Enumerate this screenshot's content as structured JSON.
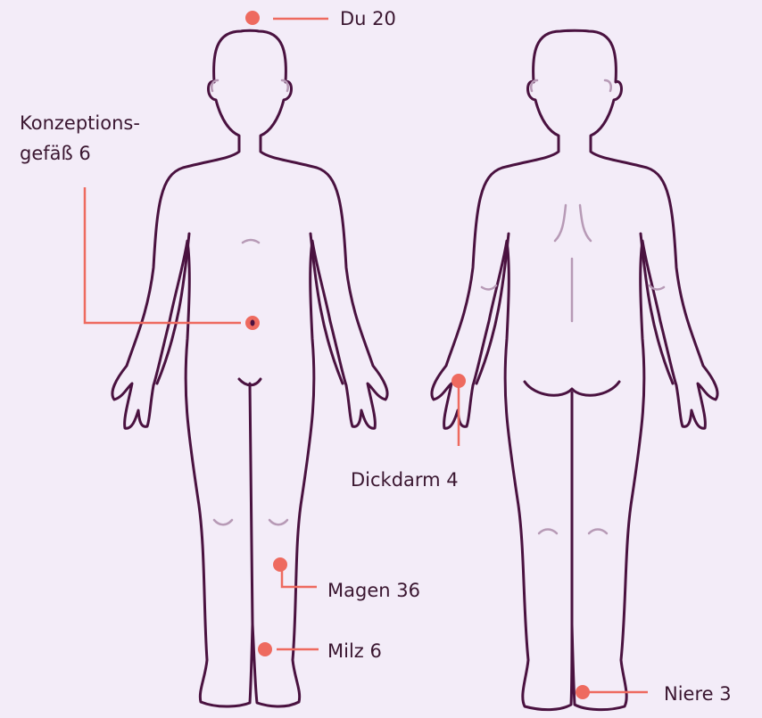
{
  "colors": {
    "background": "#f3ecf8",
    "outline": "#4a1240",
    "point": "#ee6a5f",
    "detail": "#b79ab6"
  },
  "points": [
    {
      "id": "du20",
      "label": "Du 20"
    },
    {
      "id": "konzeptionsgefaess6",
      "label_line1": "Konzeptions-",
      "label_line2": "gefäß 6"
    },
    {
      "id": "dickdarm4",
      "label": "Dickdarm 4"
    },
    {
      "id": "magen36",
      "label": "Magen 36"
    },
    {
      "id": "milz6",
      "label": "Milz 6"
    },
    {
      "id": "niere3",
      "label": "Niere 3"
    }
  ]
}
